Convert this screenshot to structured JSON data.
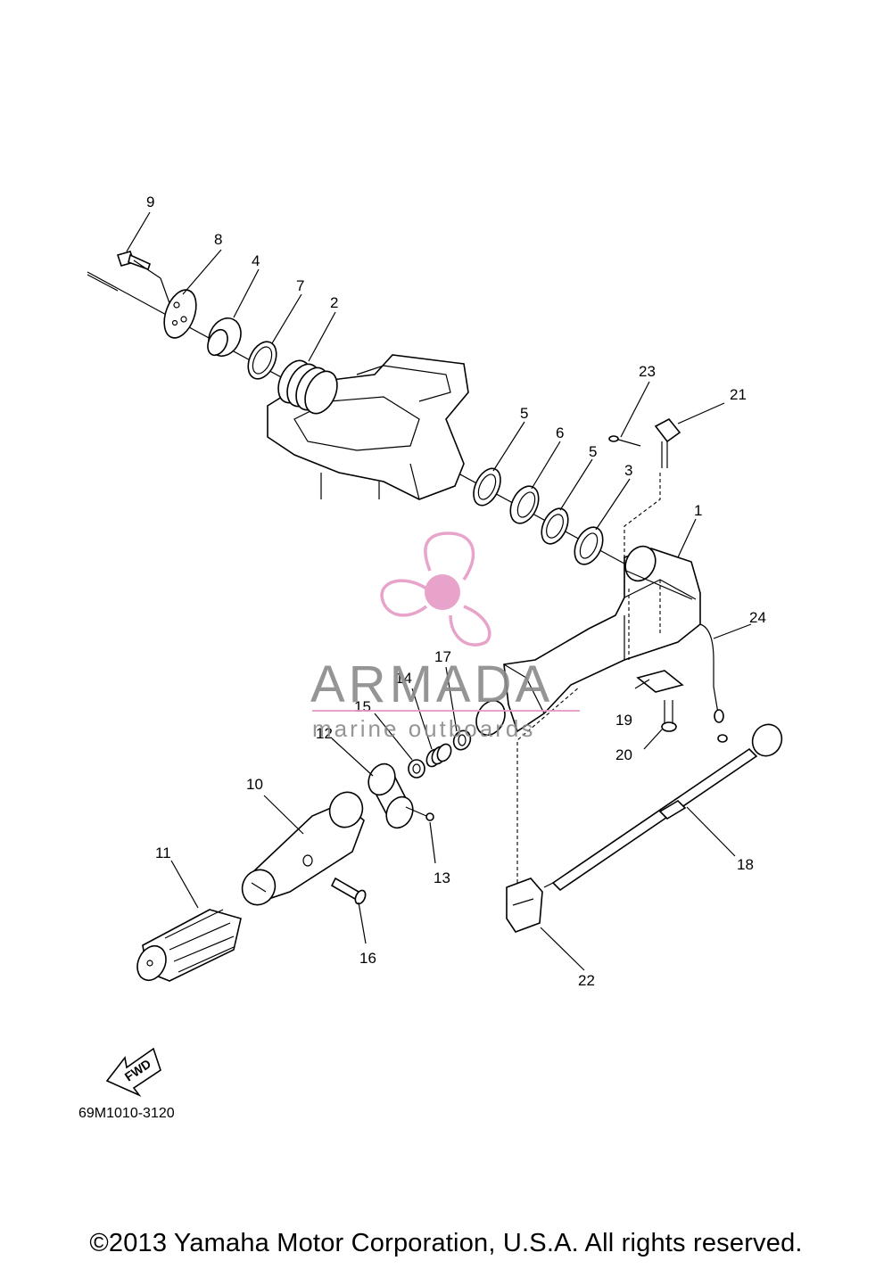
{
  "diagram": {
    "callouts": [
      "1",
      "2",
      "3",
      "4",
      "5",
      "5",
      "6",
      "7",
      "8",
      "9",
      "10",
      "11",
      "12",
      "13",
      "14",
      "15",
      "16",
      "17",
      "18",
      "19",
      "20",
      "21",
      "22",
      "23",
      "24"
    ],
    "direction_label": "FWD",
    "code": "69M1010-3120"
  },
  "watermark": {
    "name": "ARMADA",
    "tagline": "marine outboards",
    "accent_color": "#e59ac4",
    "text_color": "#8a8a8a"
  },
  "footer": {
    "copyright": "©2013 Yamaha Motor Corporation, U.S.A. All rights reserved."
  }
}
